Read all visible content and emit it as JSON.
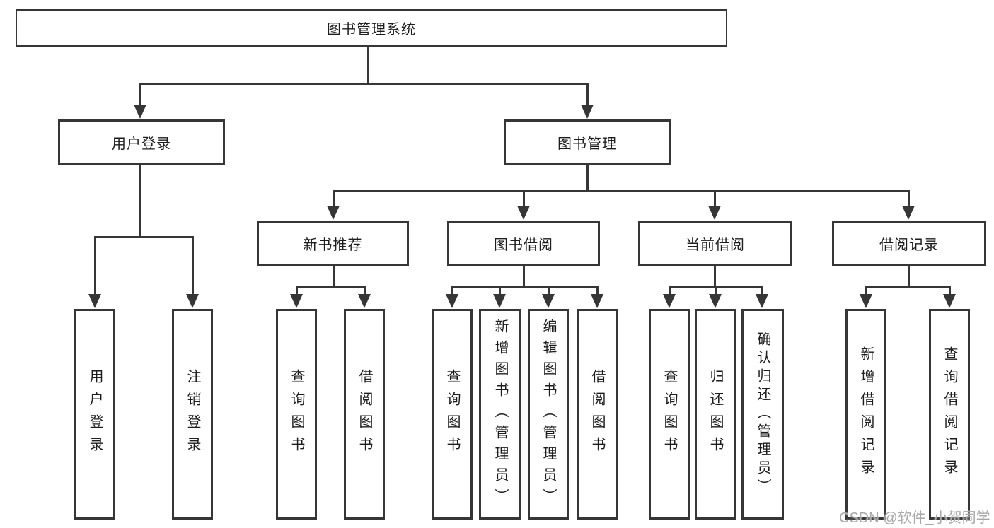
{
  "diagram": {
    "root": {
      "label": "图书管理系统"
    },
    "level2": {
      "user_login": {
        "label": "用户登录"
      },
      "book_management": {
        "label": "图书管理"
      }
    },
    "level3": {
      "new_book_recommend": {
        "label": "新书推荐"
      },
      "book_borrow": {
        "label": "图书借阅"
      },
      "current_borrow": {
        "label": "当前借阅"
      },
      "borrow_records": {
        "label": "借阅记录"
      }
    },
    "leaves": {
      "user_login": [
        "用户登录",
        "注销登录"
      ],
      "new_book_recommend": [
        "查询图书",
        "借阅图书"
      ],
      "book_borrow": [
        "查询图书",
        "新增图书（管理员）",
        "编辑图书（管理员）",
        "借阅图书"
      ],
      "current_borrow": [
        "查询图书",
        "归还图书",
        "确认归还（管理员）"
      ],
      "borrow_records": [
        "新增借阅记录",
        "查询借阅记录"
      ]
    }
  },
  "watermark": "CSDN @软件_小贺同学",
  "colors": {
    "line": "#363636",
    "text": "#1d1d1d",
    "background": "#ffffff",
    "watermark": "#a8a8a8"
  }
}
